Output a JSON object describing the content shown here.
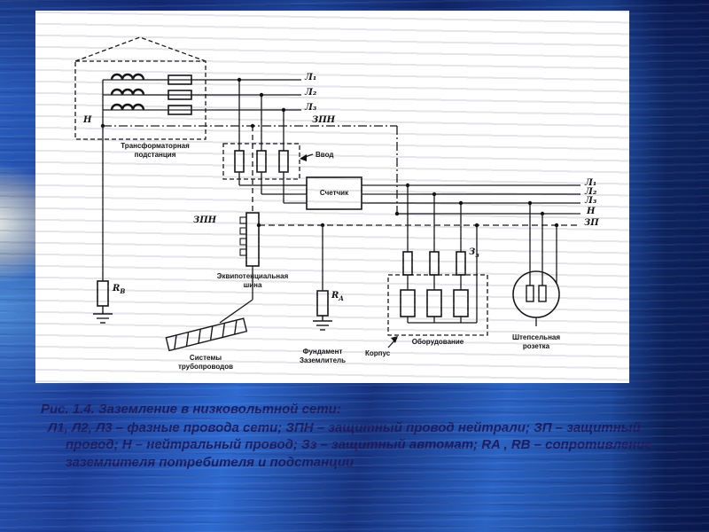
{
  "diagram": {
    "substation": "Трансформаторная\nподстанция",
    "vvod": "Ввод",
    "meter": "Счетчик",
    "bus": "Эквипотенциальная\nшина",
    "pipes": "Системы\nтрубопроводов",
    "foundation": "Фундамент\nЗаземлитель",
    "equipment": "Оборудование",
    "korpus": "Корпус",
    "socket": "Штепсельная\nрозетка",
    "wires": {
      "l1": "Л₁",
      "l2": "Л₂",
      "l3": "Л₃",
      "n": "Н",
      "zp": "ЗП",
      "zpn": "ЗПН"
    },
    "ra": {
      "base": "R",
      "sub": "A"
    },
    "rb": {
      "base": "R",
      "sub": "B"
    },
    "zz": {
      "base": "З",
      "sub": "з"
    }
  },
  "caption": {
    "title": "Рис. 1.4. Заземление в низковольтной сети:",
    "body": "Л1, Л2, Л3 – фазные провода сети;  ЗПН – защитный провод нейтрали; ЗП – защитный провод; Н – нейтральный провод;  Зз – защитный автомат;  RA , RB – сопротивление заземлителя потребителя и подстанции"
  },
  "colors": {
    "caption_text": "#1c1c5e",
    "diagram_line": "#161616",
    "panel_bg": "#ffffff"
  }
}
